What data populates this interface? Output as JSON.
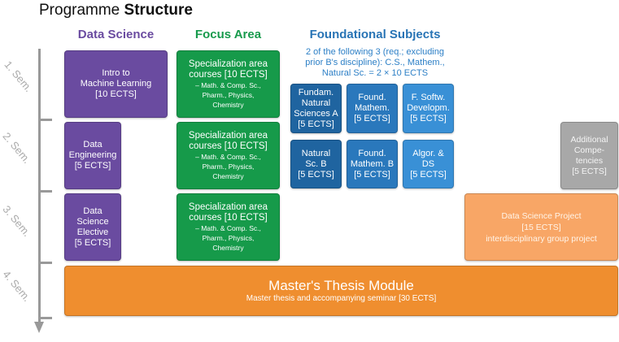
{
  "title": {
    "normal": "Programme ",
    "bold": "Structure"
  },
  "columns": {
    "data_science": "Data Science",
    "focus_area": "Focus Area",
    "foundational": "Foundational Subjects"
  },
  "foundational_note": [
    "2 of the following 3 (req.; excluding",
    "prior B's discipline): C.S., Mathem.,",
    "Natural Sc. = 2 × 10 ECTS"
  ],
  "semesters": [
    "1. Sem.",
    "2. Sem.",
    "3. Sem.",
    "4. Sem."
  ],
  "colors": {
    "data_science": "#6a4ba0",
    "focus_area": "#169a4a",
    "foundational_dark": "#1f64a0",
    "foundational_mid": "#2a78bc",
    "foundational_light": "#3990d6",
    "additional": "#a8a8a8",
    "project": "#f8a666",
    "thesis": "#ef8e2f"
  },
  "modules": {
    "intro_ml": [
      "Intro to",
      "Machine Learning",
      "[10 ECTS]"
    ],
    "data_engineering": [
      "Data",
      "Engineering",
      "[5 ECTS]"
    ],
    "ds_elective": [
      "Data",
      "Science",
      "Elective",
      "[5 ECTS]"
    ],
    "specialization": {
      "main": [
        "Specialization area",
        "courses [10 ECTS]"
      ],
      "sub": [
        "– Math. & Comp. Sc.,",
        "Pharm., Physics,",
        "Chemistry"
      ]
    },
    "fund_nat_a": [
      "Fundam.",
      "Natural",
      "Sciences A",
      "[5 ECTS]"
    ],
    "found_math": [
      "Found.",
      "Mathem.",
      "[5 ECTS]"
    ],
    "f_softw": [
      "F. Softw.",
      "Developm.",
      "[5 ECTS]"
    ],
    "nat_sc_b": [
      "Natural",
      "Sc. B",
      "[5 ECTS]"
    ],
    "found_math_b": [
      "Found.",
      "Mathem. B",
      "[5 ECTS]"
    ],
    "algor_ds": [
      "Algor. &",
      "DS",
      "[5 ECTS]"
    ],
    "additional": [
      "Additional",
      "Compe-",
      "tencies",
      "[5 ECTS]"
    ],
    "ds_project": [
      "Data Science Project",
      "[15 ECTS]",
      "interdisciplinary group project"
    ],
    "thesis": {
      "main": "Master's Thesis Module",
      "sub": "Master thesis and accompanying seminar [30 ECTS]"
    }
  }
}
